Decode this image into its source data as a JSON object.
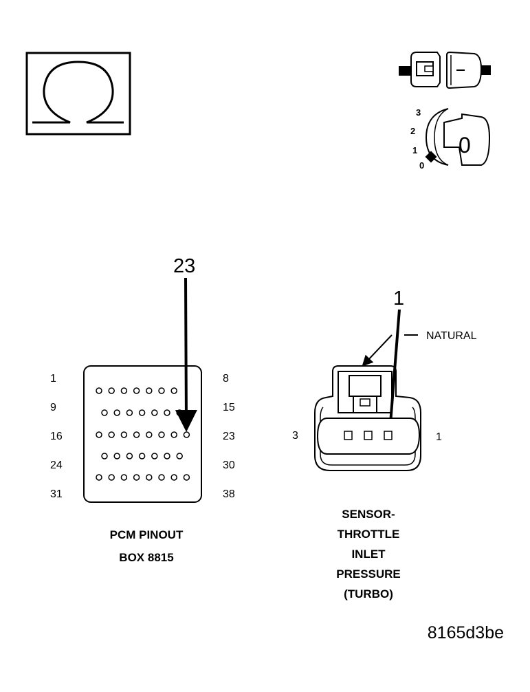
{
  "pcm": {
    "callout": "23",
    "rows": [
      {
        "left": "1",
        "right": "8",
        "pins": 7
      },
      {
        "left": "9",
        "right": "15",
        "pins": 7
      },
      {
        "left": "16",
        "right": "23",
        "pins": 8
      },
      {
        "left": "24",
        "right": "30",
        "pins": 7
      },
      {
        "left": "31",
        "right": "38",
        "pins": 8
      }
    ],
    "title_line1": "PCM PINOUT",
    "title_line2": "BOX 8815"
  },
  "sensor": {
    "callout": "1",
    "natural_label": "NATURAL",
    "left_pin": "3",
    "right_pin": "1",
    "title_lines": [
      "SENSOR-",
      "THROTTLE",
      "INLET",
      "PRESSURE",
      "(TURBO)"
    ]
  },
  "ignition": {
    "positions": [
      "3",
      "2",
      "1",
      "0"
    ],
    "key_label": "0"
  },
  "figure_id": "8165d3be",
  "icons": [
    "ohm-meter-icon",
    "disconnected-connector-icon",
    "ignition-key-icon"
  ]
}
